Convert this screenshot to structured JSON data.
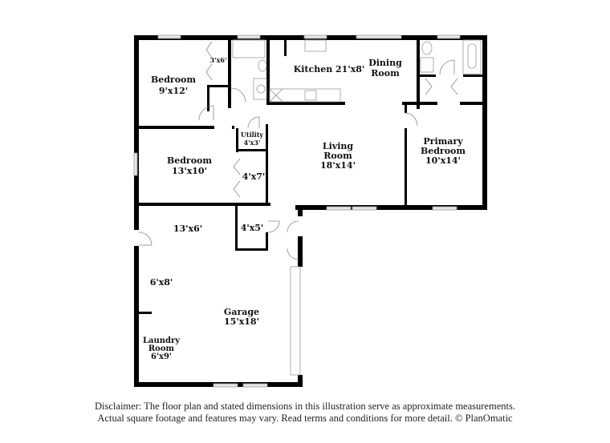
{
  "floorplan": {
    "rooms": [
      {
        "id": "bedroom-nw",
        "name": "Bedroom",
        "dims": "9'x12'"
      },
      {
        "id": "closet-nw",
        "name": "",
        "dims": "3'x6'"
      },
      {
        "id": "kitchen",
        "name": "Kitchen",
        "dims": "21'x8'",
        "label": "Kitchen 21'x8'"
      },
      {
        "id": "dining",
        "name": "Dining",
        "name2": "Room",
        "dims": ""
      },
      {
        "id": "utility",
        "name": "Utility",
        "dims": "4'x3'"
      },
      {
        "id": "bedroom-w",
        "name": "Bedroom",
        "dims": "13'x10'"
      },
      {
        "id": "closet-w",
        "name": "",
        "dims": "4'x7'"
      },
      {
        "id": "living",
        "name": "Living",
        "name2": "Room",
        "dims": "18'x14'"
      },
      {
        "id": "primary",
        "name": "Primary",
        "name2": "Bedroom",
        "dims": "10'x14'"
      },
      {
        "id": "storage-a",
        "name": "",
        "dims": "13'x6'"
      },
      {
        "id": "closet-s",
        "name": "",
        "dims": "4'x5'"
      },
      {
        "id": "storage-b",
        "name": "",
        "dims": "6'x8'"
      },
      {
        "id": "garage",
        "name": "Garage",
        "dims": "15'x18'"
      },
      {
        "id": "laundry",
        "name": "Laundry",
        "name2": "Room",
        "dims": "6'x9'"
      }
    ]
  },
  "disclaimer": {
    "line1": "Disclaimer: The floor plan and stated dimensions in this illustration serve as approximate measurements.",
    "line2": "Actual square footage and features may vary. Read terms and conditions for more detail. © PlanOmatic"
  }
}
